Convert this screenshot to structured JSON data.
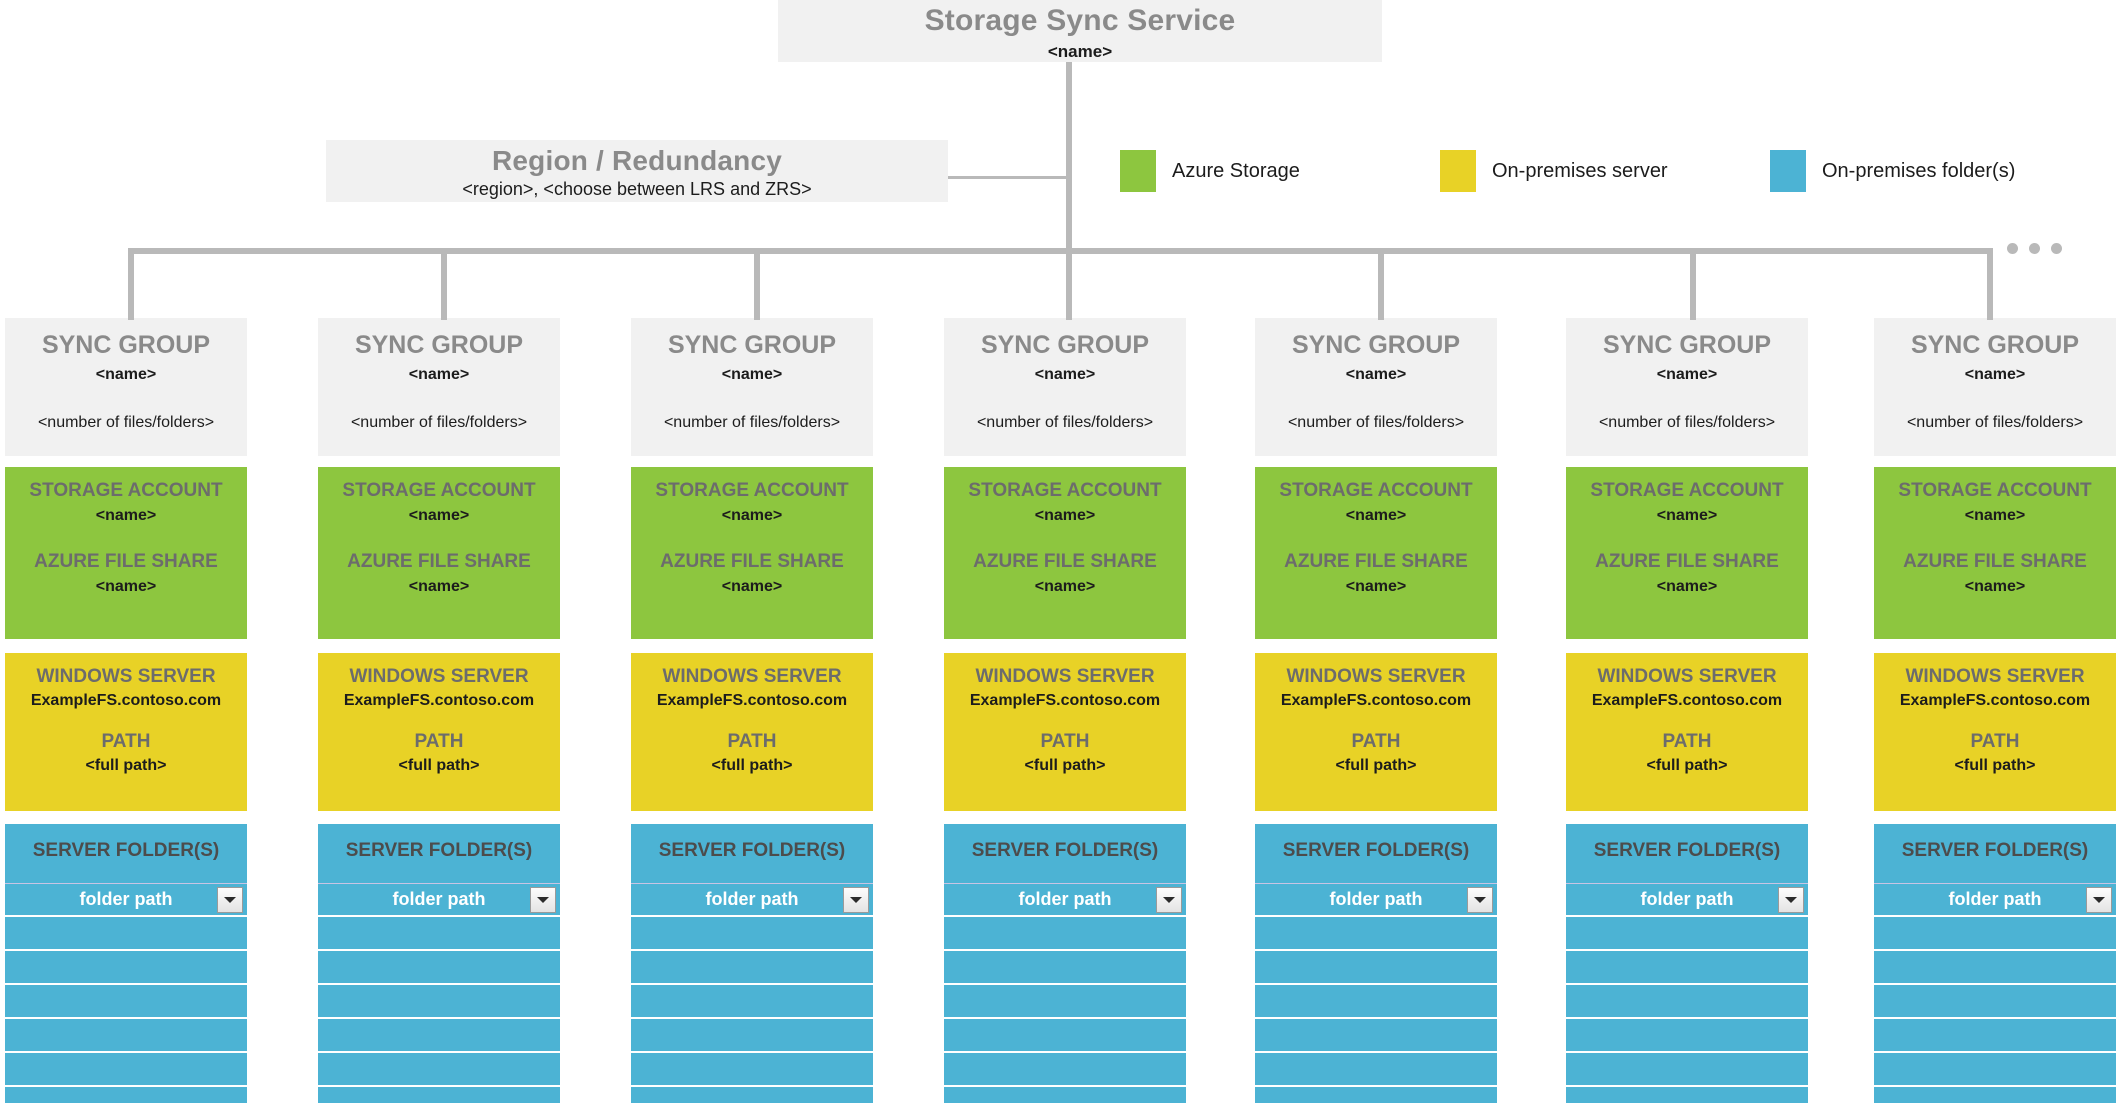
{
  "diagram": {
    "title": "Storage Sync Service",
    "root": {
      "label": "Storage Sync Service",
      "value": "<name>"
    },
    "region": {
      "label": "Region / Redundancy",
      "value": "<region>, <choose between LRS and ZRS>"
    },
    "overflow_indicator": "..."
  },
  "legend": {
    "items": [
      {
        "label": "Azure Storage",
        "color": "#8dc63f"
      },
      {
        "label": "On-premises server",
        "color": "#e8d226"
      },
      {
        "label": "On-premises folder(s)",
        "color": "#4cb3d4"
      }
    ]
  },
  "labels": {
    "sync_group_title": "SYNC GROUP",
    "sync_group_name": "<name>",
    "sync_group_count": "<number of files/folders>",
    "storage_account_title": "STORAGE ACCOUNT",
    "storage_account_name": "<name>",
    "azure_file_share_title": "AZURE FILE SHARE",
    "azure_file_share_name": "<name>",
    "windows_server_title": "WINDOWS SERVER",
    "windows_server_name": "ExampleFS.contoso.com",
    "path_title": "PATH",
    "path_value": "<full path>",
    "server_folders_title": "SERVER FOLDER(S)",
    "folder_path_label": "folder path"
  },
  "columns": [
    {
      "sync_group_title": "SYNC GROUP",
      "sync_group_name": "<name>",
      "sync_group_count": "<number of files/folders>",
      "storage_account_title": "STORAGE ACCOUNT",
      "storage_account_name": "<name>",
      "azure_file_share_title": "AZURE FILE SHARE",
      "azure_file_share_name": "<name>",
      "windows_server_title": "WINDOWS SERVER",
      "windows_server_name": "ExampleFS.contoso.com",
      "path_title": "PATH",
      "path_value": "<full path>",
      "server_folders_title": "SERVER FOLDER(S)",
      "folder_path_label": "folder path",
      "folder_rows": [
        "",
        "",
        "",
        "",
        "",
        "",
        ""
      ]
    },
    {
      "sync_group_title": "SYNC GROUP",
      "sync_group_name": "<name>",
      "sync_group_count": "<number of files/folders>",
      "storage_account_title": "STORAGE ACCOUNT",
      "storage_account_name": "<name>",
      "azure_file_share_title": "AZURE FILE SHARE",
      "azure_file_share_name": "<name>",
      "windows_server_title": "WINDOWS SERVER",
      "windows_server_name": "ExampleFS.contoso.com",
      "path_title": "PATH",
      "path_value": "<full path>",
      "server_folders_title": "SERVER FOLDER(S)",
      "folder_path_label": "folder path",
      "folder_rows": [
        "",
        "",
        "",
        "",
        "",
        "",
        ""
      ]
    },
    {
      "sync_group_title": "SYNC GROUP",
      "sync_group_name": "<name>",
      "sync_group_count": "<number of files/folders>",
      "storage_account_title": "STORAGE ACCOUNT",
      "storage_account_name": "<name>",
      "azure_file_share_title": "AZURE FILE SHARE",
      "azure_file_share_name": "<name>",
      "windows_server_title": "WINDOWS SERVER",
      "windows_server_name": "ExampleFS.contoso.com",
      "path_title": "PATH",
      "path_value": "<full path>",
      "server_folders_title": "SERVER FOLDER(S)",
      "folder_path_label": "folder path",
      "folder_rows": [
        "",
        "",
        "",
        "",
        "",
        "",
        ""
      ]
    },
    {
      "sync_group_title": "SYNC GROUP",
      "sync_group_name": "<name>",
      "sync_group_count": "<number of files/folders>",
      "storage_account_title": "STORAGE ACCOUNT",
      "storage_account_name": "<name>",
      "azure_file_share_title": "AZURE FILE SHARE",
      "azure_file_share_name": "<name>",
      "windows_server_title": "WINDOWS SERVER",
      "windows_server_name": "ExampleFS.contoso.com",
      "path_title": "PATH",
      "path_value": "<full path>",
      "server_folders_title": "SERVER FOLDER(S)",
      "folder_path_label": "folder path",
      "folder_rows": [
        "",
        "",
        "",
        "",
        "",
        "",
        ""
      ]
    },
    {
      "sync_group_title": "SYNC GROUP",
      "sync_group_name": "<name>",
      "sync_group_count": "<number of files/folders>",
      "storage_account_title": "STORAGE ACCOUNT",
      "storage_account_name": "<name>",
      "azure_file_share_title": "AZURE FILE SHARE",
      "azure_file_share_name": "<name>",
      "windows_server_title": "WINDOWS SERVER",
      "windows_server_name": "ExampleFS.contoso.com",
      "path_title": "PATH",
      "path_value": "<full path>",
      "server_folders_title": "SERVER FOLDER(S)",
      "folder_path_label": "folder path",
      "folder_rows": [
        "",
        "",
        "",
        "",
        "",
        "",
        ""
      ]
    },
    {
      "sync_group_title": "SYNC GROUP",
      "sync_group_name": "<name>",
      "sync_group_count": "<number of files/folders>",
      "storage_account_title": "STORAGE ACCOUNT",
      "storage_account_name": "<name>",
      "azure_file_share_title": "AZURE FILE SHARE",
      "azure_file_share_name": "<name>",
      "windows_server_title": "WINDOWS SERVER",
      "windows_server_name": "ExampleFS.contoso.com",
      "path_title": "PATH",
      "path_value": "<full path>",
      "server_folders_title": "SERVER FOLDER(S)",
      "folder_path_label": "folder path",
      "folder_rows": [
        "",
        "",
        "",
        "",
        "",
        "",
        ""
      ]
    },
    {
      "sync_group_title": "SYNC GROUP",
      "sync_group_name": "<name>",
      "sync_group_count": "<number of files/folders>",
      "storage_account_title": "STORAGE ACCOUNT",
      "storage_account_name": "<name>",
      "azure_file_share_title": "AZURE FILE SHARE",
      "azure_file_share_name": "<name>",
      "windows_server_title": "WINDOWS SERVER",
      "windows_server_name": "ExampleFS.contoso.com",
      "path_title": "PATH",
      "path_value": "<full path>",
      "server_folders_title": "SERVER FOLDER(S)",
      "folder_path_label": "folder path",
      "folder_rows": [
        "",
        "",
        "",
        "",
        "",
        "",
        ""
      ]
    }
  ]
}
